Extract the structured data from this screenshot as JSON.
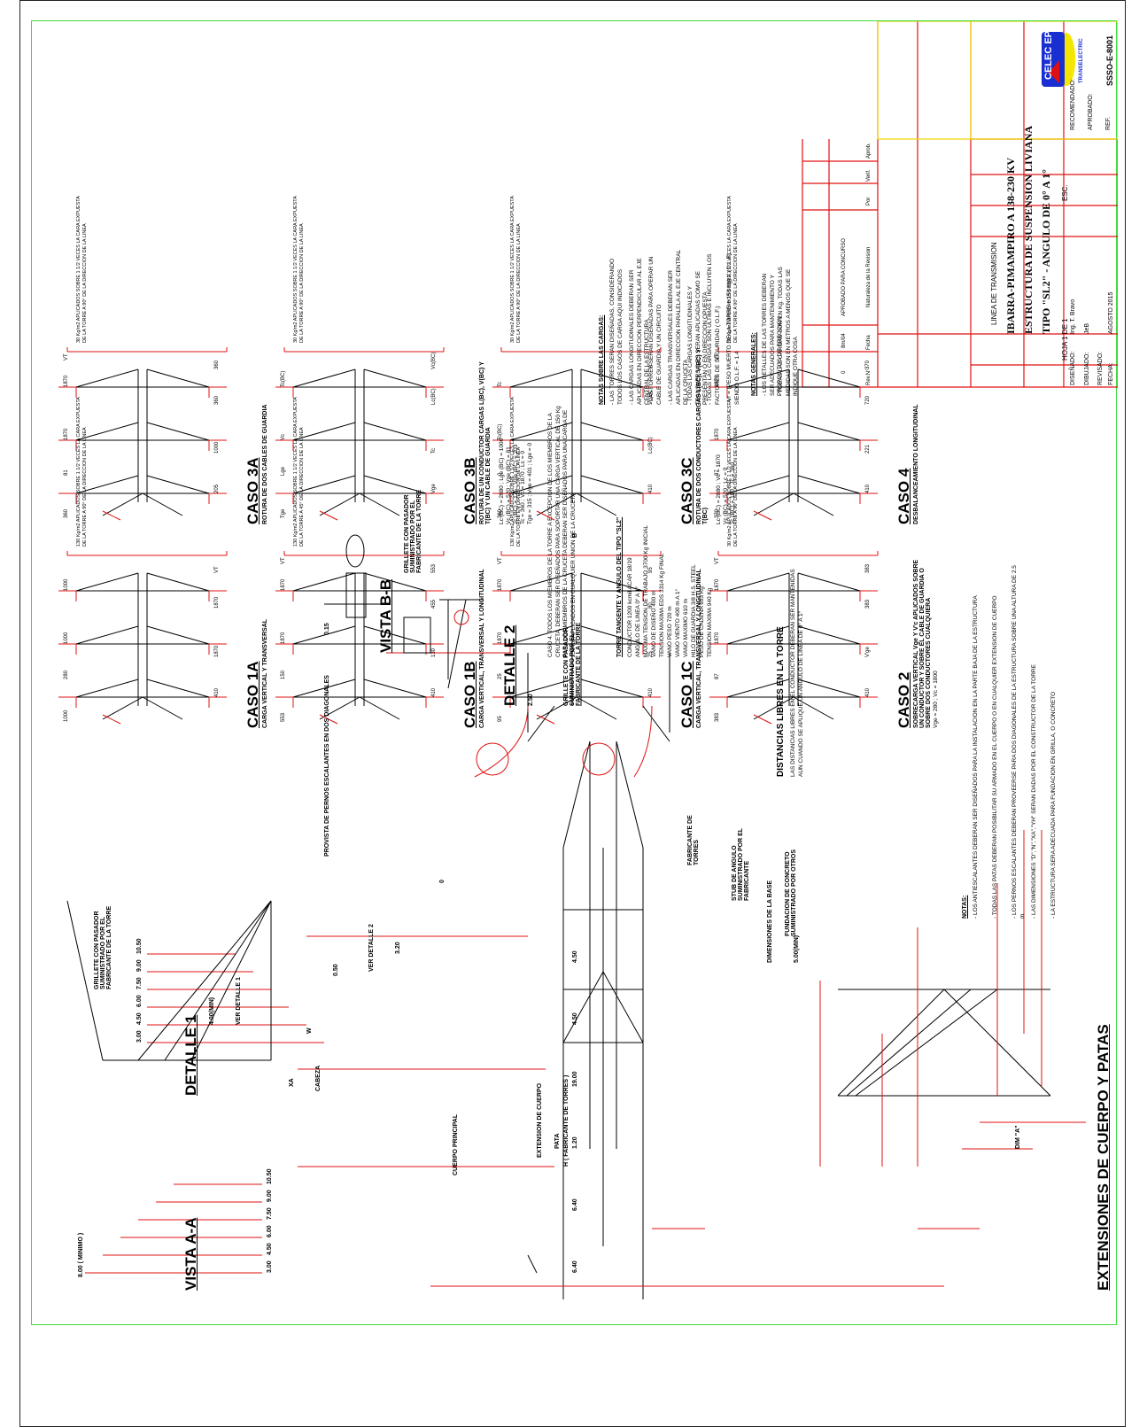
{
  "title_block": {
    "project_line1": "LINEA DE TRANSMISION",
    "project_line2": "IBARRA-PIMAMPIRO A 138-230 KV",
    "structure_line": "ESTRUCTURA DE SUSPENSION LIVIANA",
    "type_line": "TIPO \"SL2\" - ANGULO DE 0° A 1°",
    "sheet": "HOJA 1 DE 1",
    "scale_label": "ESC.",
    "logo_text": "CELEC EP",
    "logo_sub": "TRANSELECTRIC",
    "disenado_label": "DISEÑADO:",
    "disenado_value": "Ing. T. Bravo",
    "dibujado_label": "DIBUJADO:",
    "dibujado_value": "JeB",
    "revisado_label": "REVISADO:",
    "fecha_label": "FECHA:",
    "fecha_value": "AGOSTO 2015",
    "recomendado_label": "RECOMENDADO:",
    "aprobado_label": "APROBADO:",
    "ref_label": "REF.",
    "ref_value": "SSSO-E-8001",
    "rev_headers": [
      "Rev.N°",
      "Fecha",
      "Naturaleza de la Revision",
      "Por",
      "Verif.",
      "Aprob."
    ],
    "rev_row": [
      "0",
      "8m/04",
      "APROBADO PARA CONCURSO",
      "",
      "",
      ""
    ]
  },
  "cases": [
    {
      "title": "CASO 1A",
      "sub": "CARGA VERTICAL Y TRANSVERSAL",
      "wind": "130 Kg/m2 APLICADOS SOBRE 1 1/2 VECES LA CARA EXPUESTA DE LA TORRE A 90° DE LA DIRECCION DE LA LINEA",
      "vals": [
        "1000",
        "410",
        "280",
        "1870",
        "1000",
        "1870",
        "1000",
        "VT"
      ]
    },
    {
      "title": "CASO 1B",
      "sub": "CARGA VERTICAL, TRANSVERSAL Y LONGITUDINAL",
      "wind": "130 Kg/m2 APLICADOS SOBRE 1 1/2 VECES LA CARA EXPUESTA DE LA TORRE A 45° DE LA DIRECCION DE LA LINEA",
      "vals": [
        "553",
        "410",
        "150",
        "130",
        "1870",
        "455",
        "1870",
        "553",
        "VT"
      ]
    },
    {
      "title": "CASO 1C",
      "sub": "CARGA VERTICAL, TRANSVERSAL Y LONGITUDINAL",
      "wind": "130 Kg/m2 APLICADOS SOBRE 1 1/2 VECES LA CARA EXPUESTA DE LA TORRE EN DIRECCION DE LA LINEA",
      "vals": [
        "95",
        "410",
        "25",
        "25",
        "1870",
        "80",
        "1870",
        "95",
        "VT"
      ]
    },
    {
      "title": "CASO 2",
      "sub": "SOBRECARGA VERTICAL Vge Y V'c APLICADOS SOBRE UN CONDUCTOR Y SOBRE EL CABLE DE GUARDIA O SOBRE DOS CONDUCTORES CUALQUIERA",
      "wind": "30 Kg/m2 APLICADOS SOBRE 1 1/2 VECES LA CARA EXPUESTA DE LA TORRE A 90° DE LA DIRECCION DE LA LINEA",
      "formula": "Vge = 280 ; Vc = 1800",
      "vals": [
        "383",
        "410",
        "87",
        "V'ge",
        "1870",
        "383",
        "1870",
        "383",
        "VT"
      ]
    },
    {
      "title": "CASO 3A",
      "sub": "ROTURA DE DOS CABLES DE GUARDIA",
      "wind": "30 Kg/m2 APLICADOS SOBRE 1 1/2 VECES LA CARA EXPUESTA DE LA TORRE A 90° DE LA DIRECCION DE LA LINEA",
      "vals": [
        "360",
        "205",
        "81",
        "1000",
        "1870",
        "360",
        "1870",
        "360",
        "VT"
      ]
    },
    {
      "title": "CASO 3B",
      "sub": "ROTURA DE UN CONDUCTOR CARGAS L(BC), V(BC) Y T(BC) Y UN CABLE DE GUARDIA",
      "wind": "30 Kg/m2 APLICADOS SOBRE 1 1/2 VECES LA CARA EXPUESTA DE LA TORRE A 90° DE LA DIRECCION DE LA LINEA",
      "formula": "Lc (BC) = 2880 ; Lge (BC) = 1000 | Vc (BC) = 520 ; Vge (BC) = 81 | Tc (BC) = 175 ; Vge (BC) = 203 | Tc = 360 ; Vc = 1870 ; Lc = 0 | Tge = 315 ; Vge = 401 ; Lge = 0",
      "vals": [
        "Tge",
        "Vge",
        "Lge",
        "Tc",
        "Vc",
        "Lc(BC)",
        "Tc(BC)",
        "Vc(BC)"
      ]
    },
    {
      "title": "CASO 3C",
      "sub": "ROTURA DE DOS CONDUCTORES CARGAS L(BC), V(BC) Y T(BC)",
      "wind": "30 Kg/m2 APLICADOS SOBRE 1 1/2 VECES LA CARA EXPUESTA DE LA TORRE A 90° DE LA DIRECCION DE LA LINEA",
      "formula": "Lc (BC) = 2880 ; Vc = 1870 | Vc (BC) = 520 ; Lc = 0 | Tc (BC) = 180 ; Tc = 360",
      "vals": [
        "360",
        "410",
        "0",
        "Lc(BC)",
        "Tc(BC)",
        "Vc(BC)",
        "Tc",
        "Vc"
      ]
    },
    {
      "title": "CASO 4",
      "sub": "DESBALANCEAMIENTO LONGITUDINAL",
      "wind": "30 Kg/m2 APLICADOS SOBRE 1 1/2 VECES LA CARA EXPUESTA DE LA TORRE A 90° DE LA DIRECCION DE LA LINEA",
      "vals": [
        "370",
        "410",
        "87",
        "221",
        "1870",
        "720",
        "1870",
        "370",
        "VT"
      ]
    }
  ],
  "notes_cargas": {
    "title": "NOTAS SOBRE LAS CARGAS:",
    "lines": [
      "- LAS TORRES SERAN DISEÑADAS, CONSIDERANDO TODOS LOS CASOS DE CARGA AQUI INDICADOS",
      "- LAS CARGAS LONGITUDINALES DEBERAN SER APLICADAS EN DIRECCION PERPENDICULAR AL EJE CENTRAL DE LA ESTRUCTURA",
      "- LAS TORRES SERAN DISEÑADAS PARA OPERAR UN CABLE DE GUARDIA Y UN CIRCUITO",
      "- LAS CARGAS TRANSVERSALES DEBERAN SER APLICADAS EN DIRECCION PARALELA AL EJE CENTRAL DE LA CRUCETA",
      "- TODAS LAS CARGAS LONGITUDINALES Y TRANSVERSALES SERAN APLICADAS COMO SE PRESENTAN O EN DIRECCION OPUESTA",
      "- TODAS LAS CARGAS SON ULTIMAS E INCLUYEN LOS FACTORES DE SEGURIDAD ( O.L.F.)",
      "- Vr = (PESO MUERTO DE LA TORRE + 150 Kg) X (O.L.F), SIENDO O.L.F. = 1.4"
    ]
  },
  "notes_generales": {
    "title": "NOTAS GENERALES:",
    "lines": [
      "- LOS DETALLES DE LAS TORRES DEBERAN SER ADECUADOS PARA MANTENIMIENTO Y PROPOSITOS DE ERECCION",
      "- TODAS LAS CARGAS SON EN Kg. TODAS LAS MEDIDAS SON EN METROS A MENOS QUE SE INDIQUE OTRA COSA"
    ]
  },
  "caso4_note": "CASO 4. TODOS LOS MIEMBROS DE LA TORRE A EXCEPCION DE LOS MIEMBROS DE LA CRUCETA, DEBERAN SER DISEÑADOS PARA SOPORTAR UNA CARGA VERTICAL DE 150 Kg PARA LOS MIEMBROS DE LA CRUCETA DEBERAN SER DISEÑADOS PARA UNA CARGA DE 250 Kg APLICADOS EN CUALQUIER UNION DE LA CRUCETA",
  "torre_tangente": {
    "title": "TORRE TANGENTE Y ANGULO DEL TIPO \"SL2\"",
    "lines": [
      "CONDUCTOR 1200 kcmil ACAR 18/19",
      "ANGULO DE LINEA 0° A 1°",
      "MAXIMA TENSION DE TRABAJO 3700 Kg INICIAL",
      "VANO DE DISEÑO 400 m",
      "TENSION MAXIMA EDS 3314 Kg FINAL",
      "VANO PESO 720 m",
      "VANO VIENTO 400 m A 1°",
      "VANO MAXIMO 610 m",
      "HILO DE GUARDIA 3/8 H.S. STEEL",
      "PESO DE CADENA 653 Kg",
      "TENSION MAXIMA 940 Kg"
    ]
  },
  "detail_labels": {
    "grillete_1": "GRILLETE CON PASADOR SUMINISTRADO POR EL FABRICANTE DE LA TORRE",
    "vista_bb": "VISTA B-B",
    "detalle_2": "DETALLE 2",
    "detalle_1": "DETALLE 1",
    "vista_aa": "VISTA A-A",
    "dist_libres": "DISTANCIAS LIBRES EN LA TORRE",
    "dist_libres_sub": "LAS DISTANCIAS LIBRES EN EL CONDUCTOR DEBERAN SER MANTENIDAS AUN CUANDO SE APLIQUE UN ANGULO DE LINEA DE 0° A 1°",
    "extensiones": "EXTENSIONES DE CUERPO Y PATAS",
    "provisita": "PROVISTA DE PERNOS ESCALANTES EN DOS DIAGONALES",
    "ver_detalle_1": "VER DETALLE 1",
    "ver_detalle_2": "VER DETALLE 2",
    "fabricante": "FABRICANTE DE TORRES",
    "stub": "STUB DE ANGULO SUMINISTRADO POR EL FABRICANTE",
    "fundacion": "FUNDACION DE CONCRETO SUMINISTRADO POR OTROS",
    "h_label": "H ( FABRICANTE DE TORRES )",
    "cabeza": "CABEZA",
    "cuerpo": "CUERPO PRINCIPAL",
    "extension": "EXTENSION DE CUERPO",
    "pata": "PATA",
    "dim_base": "DIMENSIONES DE LA BASE",
    "notas_title": "NOTAS:",
    "notas": [
      "- LOS ANTIESCALANTES DEBERAN SER DISEÑADOS PARA LA INSTALACION EN LA PARTE BAJA DE LA ESTRUCTURA",
      "- TODAS LAS PATAS DEBERAN POSIBILITAR SU ARMADO EN EL CUERPO O EN CUALQUIER EXTENSION DE CUERPO",
      "- LOS PERNOS ESCALANTES DEBERAN PROVEERSE PARA DOS DIAGONALES DE LA ESTRUCTURA SOBRE UNA ALTURA DE 2.5 m",
      "- LAS DIMENSIONES \"D\",\"N\",\"XA\",\"YH\" SERAN DADAS POR EL CONSTRUCTOR DE LA TORRE",
      "- LA ESTRUCTURA SERA ADECUADA PARA FUNDACION EN GRILLA, O CONCRETO"
    ],
    "dims_main": [
      "6.40",
      "6.40",
      "1.20",
      "19.00",
      "4.50",
      "4.50"
    ],
    "dims_ext": [
      "3.00",
      "4.50",
      "6.00",
      "7.50",
      "9.00",
      "10.50"
    ],
    "dim_8m": "8.00 ( MINIMO )",
    "dim_4m": "4.00(MIN)",
    "dim_5m": "5.00(MIN)",
    "dim_015": "0.15",
    "dim_050": "0.50",
    "dim_320": "3.20",
    "dim_250": "2.50",
    "xa": "XA",
    "w": "W",
    "dim_a": "DIM \"A\"",
    "zero": "0",
    "b_marker": "B"
  },
  "colors": {
    "frame": "#3fdc3f",
    "dim": "#e01010",
    "line": "#000000",
    "logo_blue": "#1a2fd1",
    "logo_yellow": "#f4e600",
    "tb_line": "#e01010"
  }
}
